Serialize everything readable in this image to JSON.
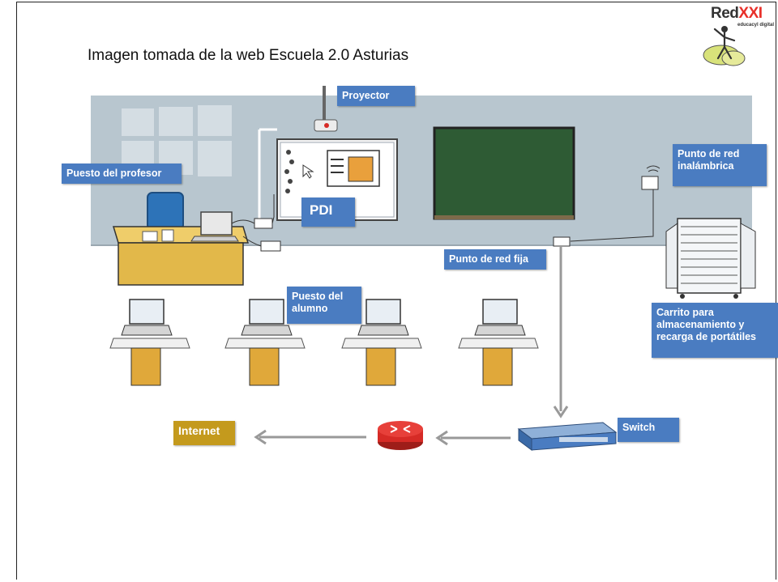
{
  "caption": "Imagen tomada de la web  Escuela 2.0 Asturias",
  "logo": {
    "brand_main": "Red",
    "brand_accent": "XXI",
    "tagline": "educacyl digital"
  },
  "labels": {
    "proyector": "Proyector",
    "puesto_profesor": "Puesto del profesor",
    "pdi": "PDI",
    "punto_red_inalambrica_1": "Punto de red",
    "punto_red_inalambrica_2": "inalámbrica",
    "punto_red_fija": "Punto de red fija",
    "puesto_alumno_1": "Puesto del",
    "puesto_alumno_2": "alumno",
    "carrito_1": "Carrito  para",
    "carrito_2": "almacenamiento y",
    "carrito_3": "recarga de portátiles",
    "switch": "Switch",
    "internet": "Internet"
  },
  "colors": {
    "wall": "#b8c6cf",
    "label_blue": "#4a7cc1",
    "internet_gold": "#c49a1d",
    "router_red": "#d62b26",
    "chalkboard": "#2e5b34",
    "desk_wood": "#e2b84a",
    "chair_blue": "#2d73b8"
  }
}
